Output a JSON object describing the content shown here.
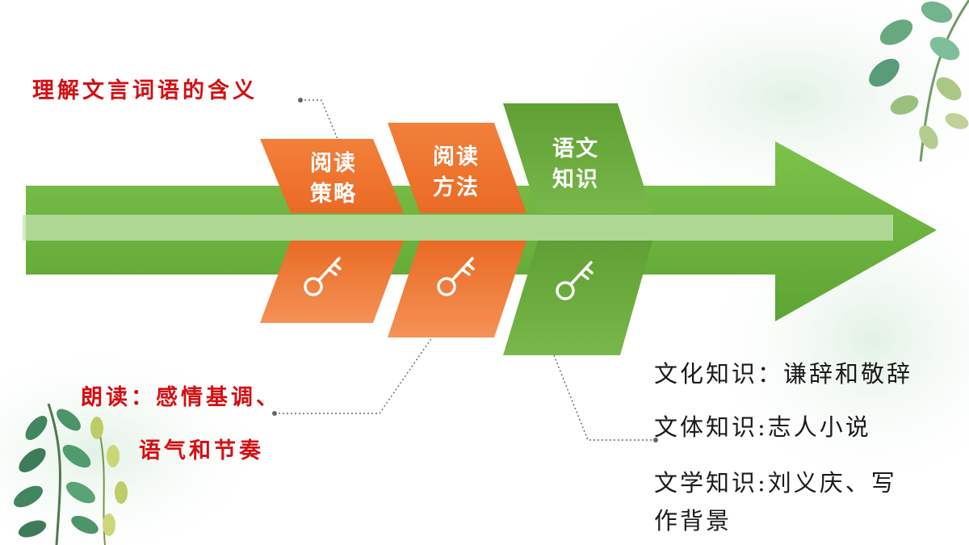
{
  "cards": [
    {
      "line1": "阅读",
      "line2": "策略",
      "color": "#f07a35",
      "icon": "key-icon"
    },
    {
      "line1": "阅读",
      "line2": "方法",
      "color": "#f07a35",
      "icon": "key-icon"
    },
    {
      "line1": "语文",
      "line2": "知识",
      "color": "#6aa83a",
      "icon": "key-icon"
    }
  ],
  "annotations": {
    "top_left": "理解文言词语的含义",
    "bottom_left_line1": "朗读：感情基调、",
    "bottom_left_line2": "语气和节奏",
    "right_line1": "文化知识：谦辞和敬辞",
    "right_line2": "文体知识:志人小说",
    "right_line3": "文学知识:刘义庆、写",
    "right_line4": "作背景"
  },
  "colors": {
    "arrow": "#6db33f",
    "orange": "#f07a35",
    "green_card": "#6aa83a",
    "red_text": "#d40f12"
  }
}
